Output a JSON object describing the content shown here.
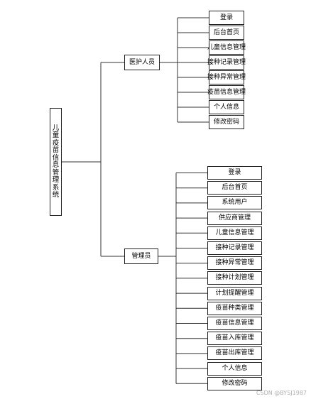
{
  "root": {
    "label": "儿童疫苗信息管理系统"
  },
  "roles": [
    {
      "label": "医护人员",
      "items": [
        "登录",
        "后台首页",
        "儿童信息管理",
        "接种记录管理",
        "接种异常管理",
        "疫苗信息管理",
        "个人信息",
        "修改密码"
      ]
    },
    {
      "label": "管理员",
      "items": [
        "登录",
        "后台首页",
        "系统用户",
        "供应商管理",
        "儿童信息管理",
        "接种记录管理",
        "接种异常管理",
        "接种计划管理",
        "计划提醒管理",
        "疫苗种类管理",
        "疫苗信息管理",
        "疫苗入库管理",
        "疫苗出库管理",
        "个人信息",
        "修改密码"
      ]
    }
  ],
  "watermark": "CSDN @BYSJ1987"
}
